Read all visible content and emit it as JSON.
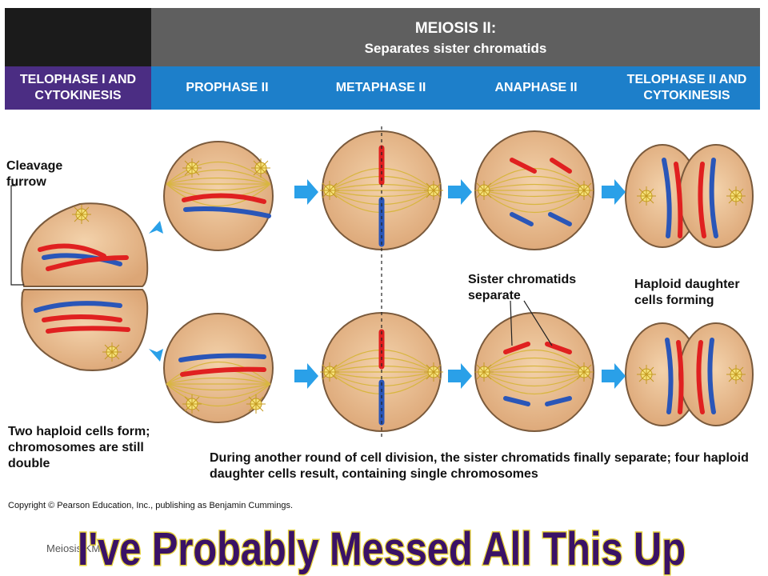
{
  "header": {
    "title_line1": "MEIOSIS II:",
    "title_line2": "Separates sister chromatids"
  },
  "phases": {
    "telophase1": "TELOPHASE I AND CYTOKINESIS",
    "prophase2": "PROPHASE II",
    "metaphase2": "METAPHASE II",
    "anaphase2": "ANAPHASE II",
    "telophase2": "TELOPHASE II AND CYTOKINESIS"
  },
  "labels": {
    "cleavage": "Cleavage furrow",
    "sister": "Sister chromatids separate",
    "haploid_forming": "Haploid daughter cells forming",
    "two_haploid": "Two haploid cells form; chromosomes are still double",
    "during": "During another round of cell division, the sister chromatids finally separate; four haploid daughter cells result, containing single chromosomes"
  },
  "copyright": "Copyright © Pearson Education, Inc., publishing as Benjamin Cummings.",
  "footer": "Meiosis KM",
  "banner": "I've Probably Messed All This Up",
  "colors": {
    "cell_fill": "#e8b88a",
    "cell_stroke": "#7a5a3c",
    "red": "#e02020",
    "blue": "#2a56b8",
    "arrow": "#2aa0e8",
    "banner_fill": "#3a1266"
  }
}
